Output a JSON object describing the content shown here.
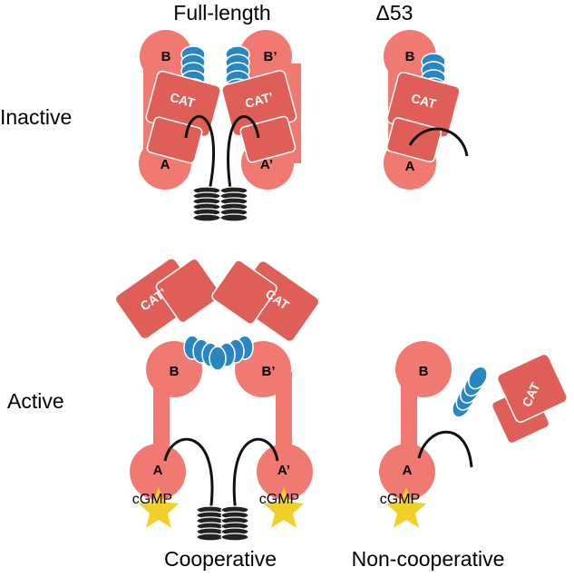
{
  "headers": {
    "full_length": "Full-length",
    "delta53": "Δ53"
  },
  "rows": {
    "inactive": "Inactive",
    "active": "Active"
  },
  "footers": {
    "cooperative": "Cooperative",
    "non_cooperative": "Non-cooperative"
  },
  "domains": {
    "a": "A",
    "a_prime": "A’",
    "b": "B",
    "b_prime": "B’",
    "cat": "CAT",
    "cat_prime": "CAT’",
    "ligand": "cGMP"
  },
  "colors": {
    "domain": "#f07a72",
    "cat_domain": "#df5f58",
    "helix": "#2a86c2",
    "coil": "#111111",
    "ligand": "#f2d02a"
  }
}
